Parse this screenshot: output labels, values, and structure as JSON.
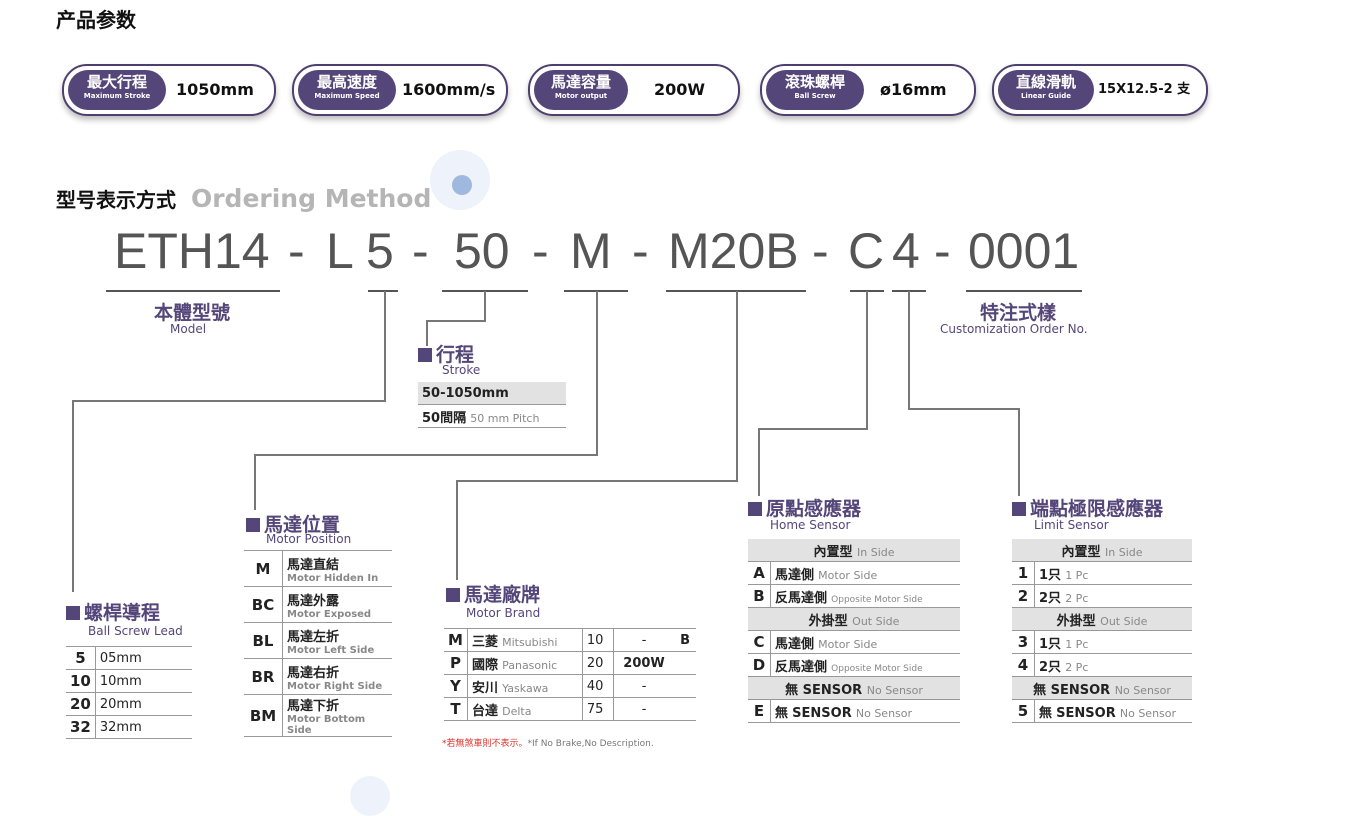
{
  "section1_title": "产品参数",
  "specs": [
    {
      "zh": "最大行程",
      "en": "Maximum Stroke",
      "value": "1050mm"
    },
    {
      "zh": "最高速度",
      "en": "Maximum Speed",
      "value": "1600mm/s"
    },
    {
      "zh": "馬達容量",
      "en": "Motor output",
      "value": "200W"
    },
    {
      "zh": "滾珠螺桿",
      "en": "Ball Screw",
      "value": "ø16mm"
    },
    {
      "zh": "直線滑軌",
      "en": "Linear Guide",
      "value": "15X12.5-2 支"
    }
  ],
  "section2_title": "型号表示方式",
  "section2_sub": "Ordering Method",
  "code": {
    "p1": "ETH14",
    "d": "-",
    "p2a": "L",
    "p2b": "5",
    "p3": "50",
    "p4": "M",
    "p5": "M20B",
    "p6a": "C",
    "p6b": "4",
    "p7": "0001"
  },
  "model": {
    "zh": "本體型號",
    "en": "Model"
  },
  "custom": {
    "zh": "特注式樣",
    "en": "Customization Order No."
  },
  "stroke": {
    "zh": "行程",
    "en": "Stroke",
    "rows": [
      "50-1050mm"
    ],
    "pitch_zh": "50間隔",
    "pitch_en": "50 mm Pitch"
  },
  "lead": {
    "zh": "螺桿導程",
    "en": "Ball Screw Lead",
    "rows": [
      [
        "5",
        "05mm"
      ],
      [
        "10",
        "10mm"
      ],
      [
        "20",
        "20mm"
      ],
      [
        "32",
        "32mm"
      ]
    ]
  },
  "position": {
    "zh": "馬達位置",
    "en": "Motor Position",
    "rows": [
      [
        "M",
        "馬達直結",
        "Motor Hidden In"
      ],
      [
        "BC",
        "馬達外露",
        "Motor Exposed"
      ],
      [
        "BL",
        "馬達左折",
        "Motor Left Side"
      ],
      [
        "BR",
        "馬達右折",
        "Motor Right Side"
      ],
      [
        "BM",
        "馬達下折",
        "Motor Bottom Side"
      ]
    ]
  },
  "brand": {
    "zh": "馬達廠牌",
    "en": "Motor Brand",
    "rows": [
      [
        "M",
        "三菱",
        "Mitsubishi",
        "10",
        "-",
        "B"
      ],
      [
        "P",
        "國際",
        "Panasonic",
        "20",
        "200W",
        ""
      ],
      [
        "Y",
        "安川",
        "Yaskawa",
        "40",
        "-",
        ""
      ],
      [
        "T",
        "台達",
        "Delta",
        "75",
        "-",
        ""
      ]
    ],
    "note_zh": "*若無煞車則不表示。",
    "note_en": "*If No Brake,No Description."
  },
  "home": {
    "zh": "原點感應器",
    "en": "Home Sensor",
    "in_zh": "內置型",
    "in_en": "In Side",
    "out_zh": "外掛型",
    "out_en": "Out Side",
    "rows": [
      [
        "A",
        "馬達側",
        "Motor Side"
      ],
      [
        "B",
        "反馬達側",
        "Opposite Motor Side"
      ],
      [
        "C",
        "馬達側",
        "Motor Side"
      ],
      [
        "D",
        "反馬達側",
        "Opposite Motor Side"
      ]
    ],
    "none_zh": "無",
    "none_sensor": "SENSOR",
    "none_en": "No Sensor",
    "e_key": "E"
  },
  "limit": {
    "zh": "端點極限感應器",
    "en": "Limit Sensor",
    "in_zh": "內置型",
    "in_en": "In Side",
    "out_zh": "外掛型",
    "out_en": "Out Side",
    "rows": [
      [
        "1",
        "1只",
        "1 Pc"
      ],
      [
        "2",
        "2只",
        "2 Pc"
      ],
      [
        "3",
        "1只",
        "1 Pc"
      ],
      [
        "4",
        "2只",
        "2 Pc"
      ]
    ],
    "none_zh": "無",
    "none_sensor": "SENSOR",
    "none_en": "No Sensor",
    "five_key": "5"
  }
}
